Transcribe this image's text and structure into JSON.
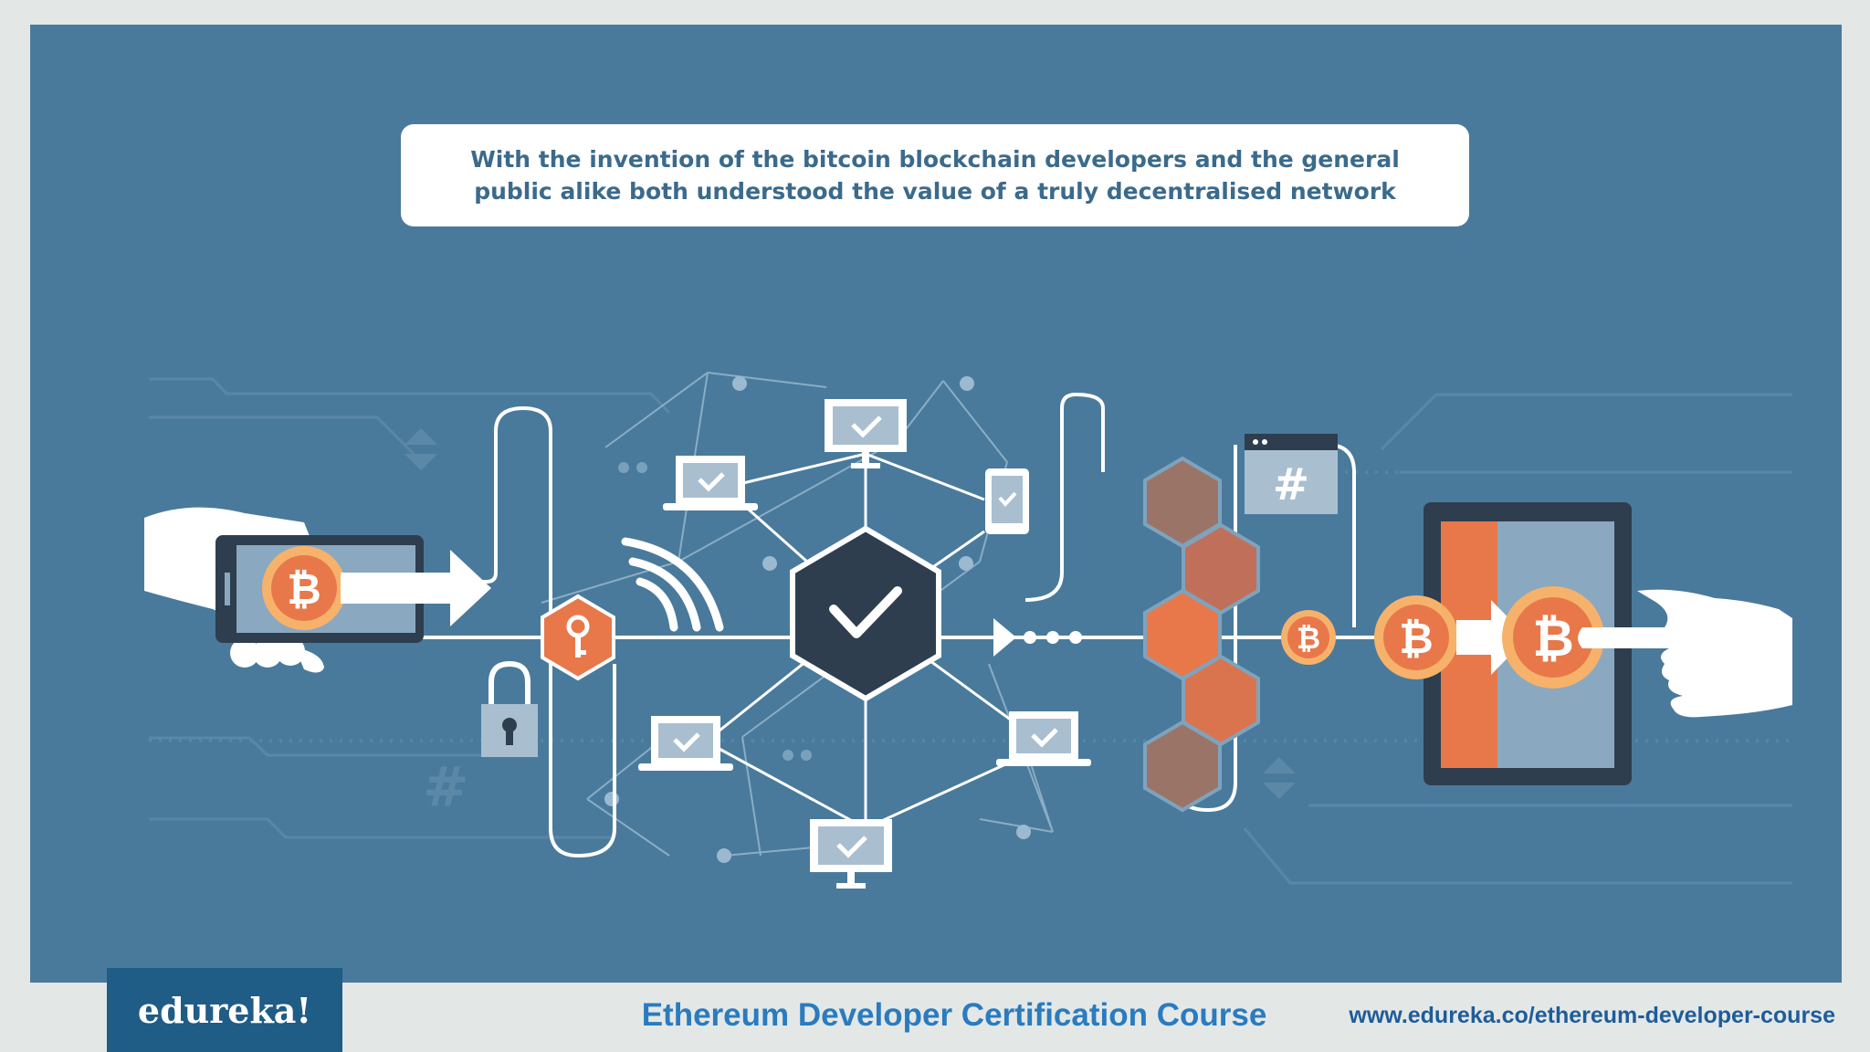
{
  "slide": {
    "caption": "With the invention of the bitcoin blockchain developers and the general public alike both understood the value of a truly decentralised network",
    "bitcoin_symbol": "₿",
    "hash_symbol": "#",
    "icons": [
      "hand-icon",
      "phone-icon",
      "bitcoin-icon",
      "key-icon",
      "wifi-icon",
      "lock-icon",
      "laptop-icon",
      "monitor-icon",
      "mobile-icon",
      "checkmark-icon",
      "hexagon-chain-icon",
      "hash-window-icon",
      "tablet-icon",
      "pointing-hand-icon"
    ]
  },
  "footer": {
    "logo": "edureka!",
    "course_title": "Ethereum Developer Certification Course",
    "url": "www.edureka.co/ethereum-developer-course"
  },
  "colors": {
    "slide_bg": "#497a9c",
    "orange": "#e8784a",
    "bitcoin_ring": "#f6b26b",
    "dark_hex": "#2e3e4e",
    "brown_hex": "#9b7468",
    "footer_blue": "#2a7bbf",
    "logo_bg": "#1f5c86"
  }
}
